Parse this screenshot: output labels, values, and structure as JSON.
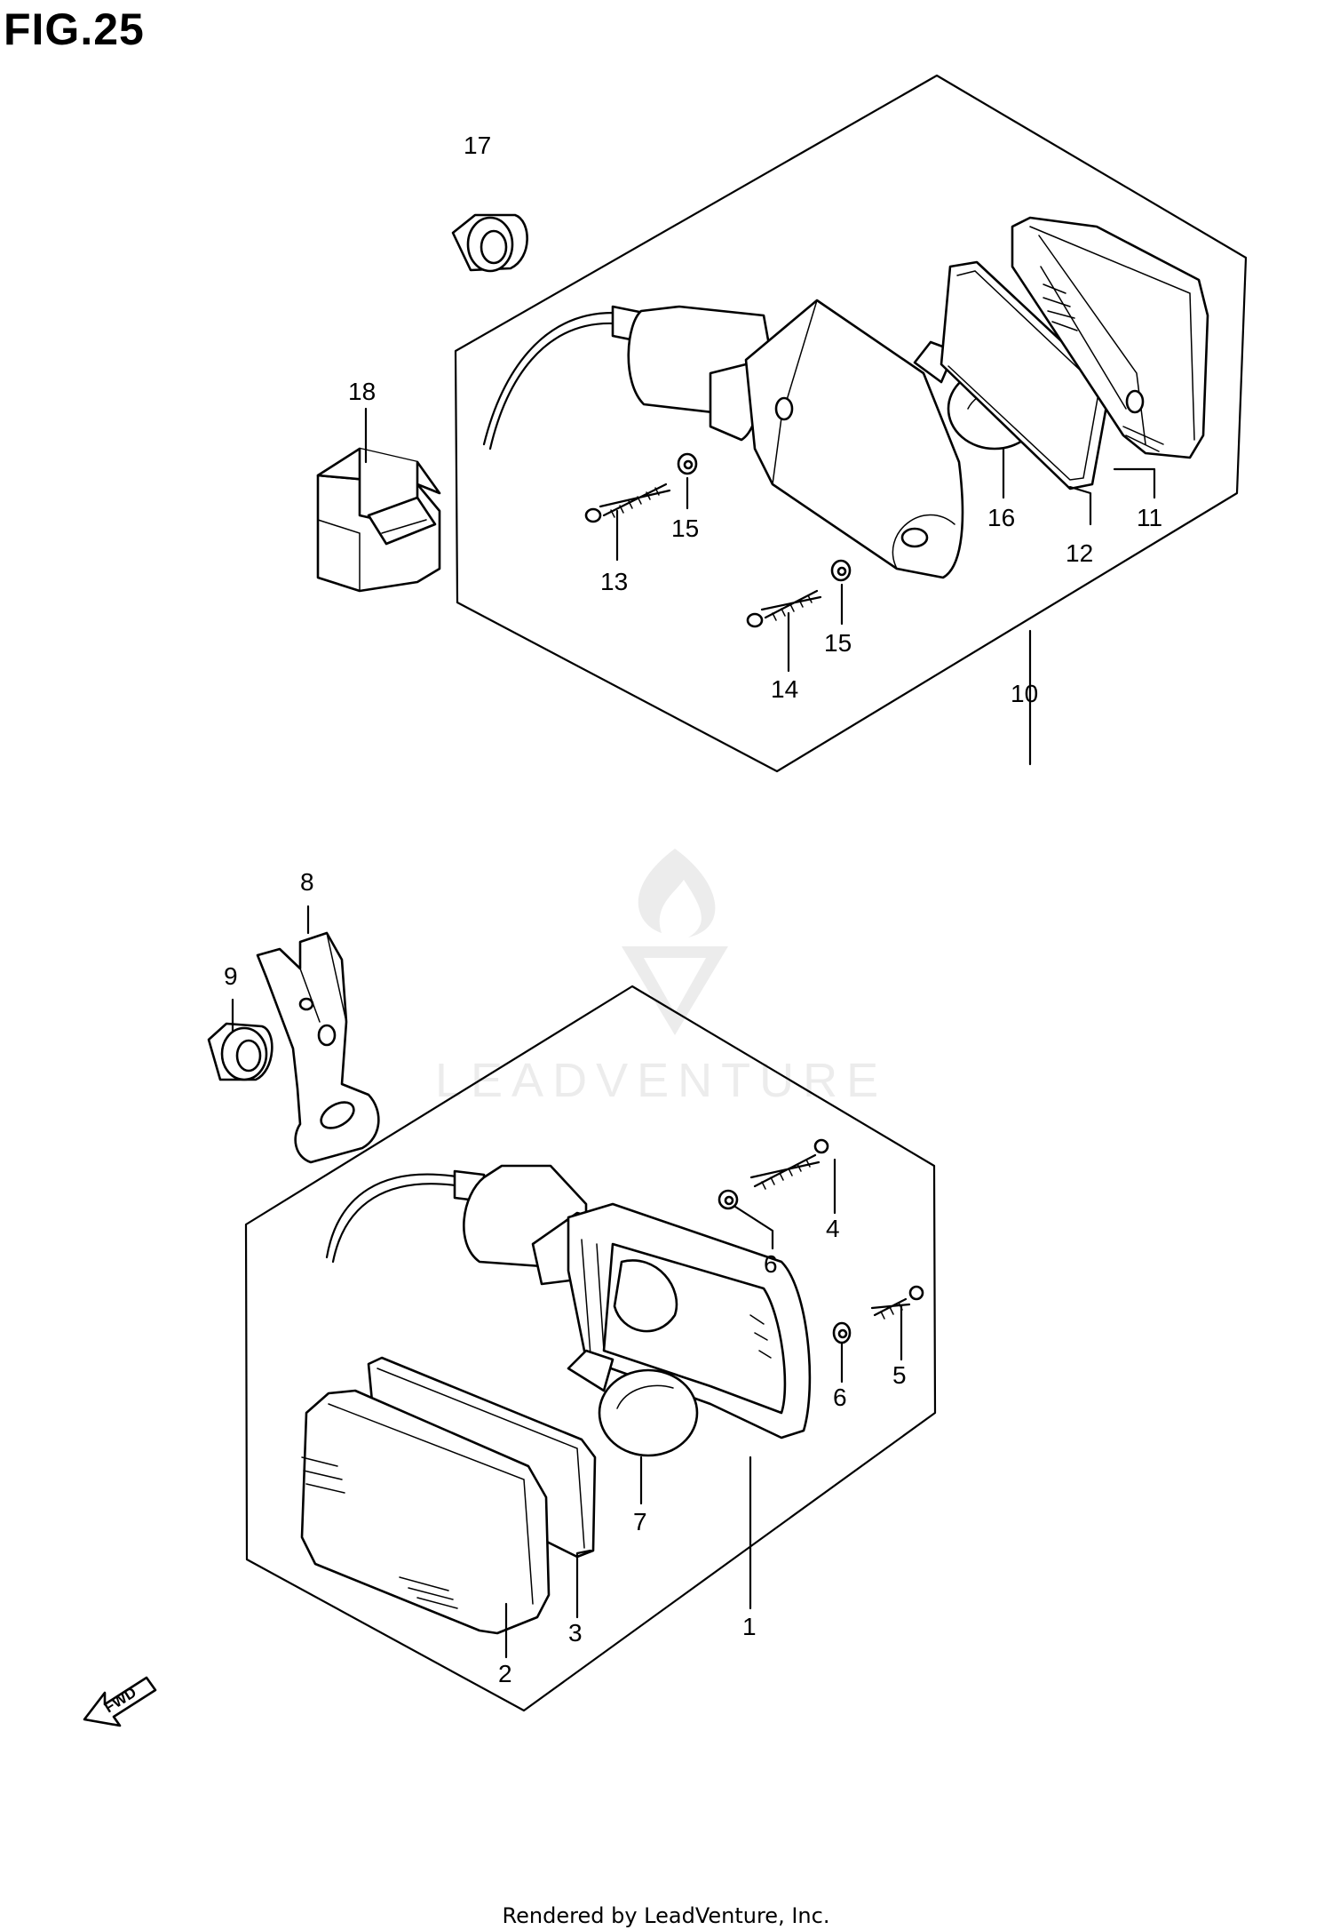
{
  "title": "FIG.25",
  "footer": "Rendered by LeadVenture, Inc.",
  "watermark": "LEADVENTURE",
  "fwd_label": "FWD",
  "callouts": {
    "c1": "1",
    "c2": "2",
    "c3": "3",
    "c4": "4",
    "c5": "5",
    "c6a": "6",
    "c6b": "6",
    "c7": "7",
    "c8": "8",
    "c9": "9",
    "c10": "10",
    "c11": "11",
    "c12": "12",
    "c13": "13",
    "c14": "14",
    "c15a": "15",
    "c15b": "15",
    "c16": "16",
    "c17": "17",
    "c18": "18"
  }
}
